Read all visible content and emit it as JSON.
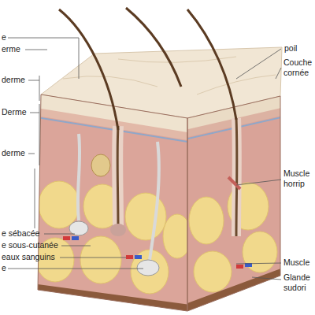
{
  "diagram": {
    "labels": [
      "e",
      "erme",
      "derme",
      "Derme",
      "derme",
      "e sébacée",
      "e sous-cutanée",
      "eaux sanguins",
      "e",
      "poil",
      "Couche cornée",
      "Muscle horrip",
      "Muscle",
      "Glande sudori"
    ]
  }
}
